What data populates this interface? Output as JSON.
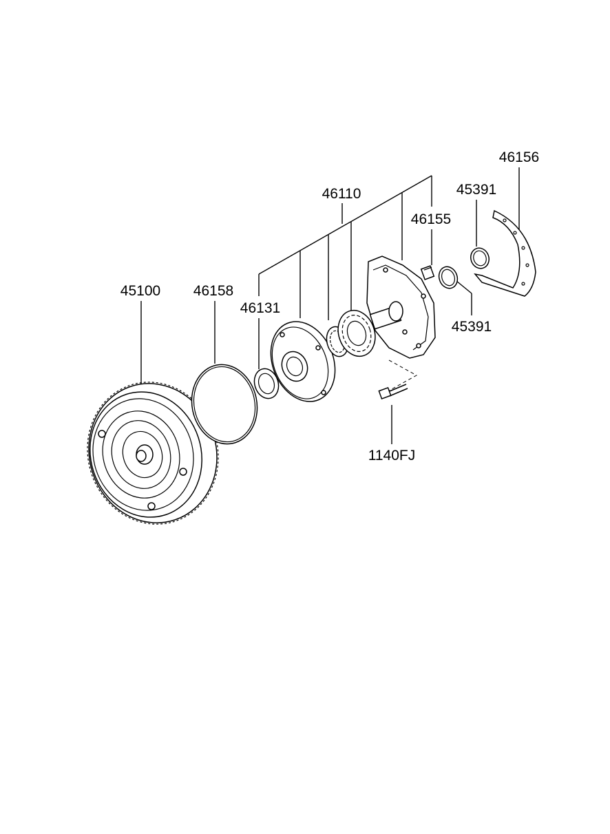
{
  "diagram": {
    "labels": {
      "torque_converter": "45100",
      "o_ring": "46158",
      "oil_seal": "46131",
      "oil_pump_assy": "46110",
      "plug": "46155",
      "seal_ring_upper": "45391",
      "seal_ring_lower": "45391",
      "gasket": "46156",
      "bolt": "1140FJ"
    },
    "colors": {
      "line": "#000000",
      "background": "#ffffff"
    }
  }
}
